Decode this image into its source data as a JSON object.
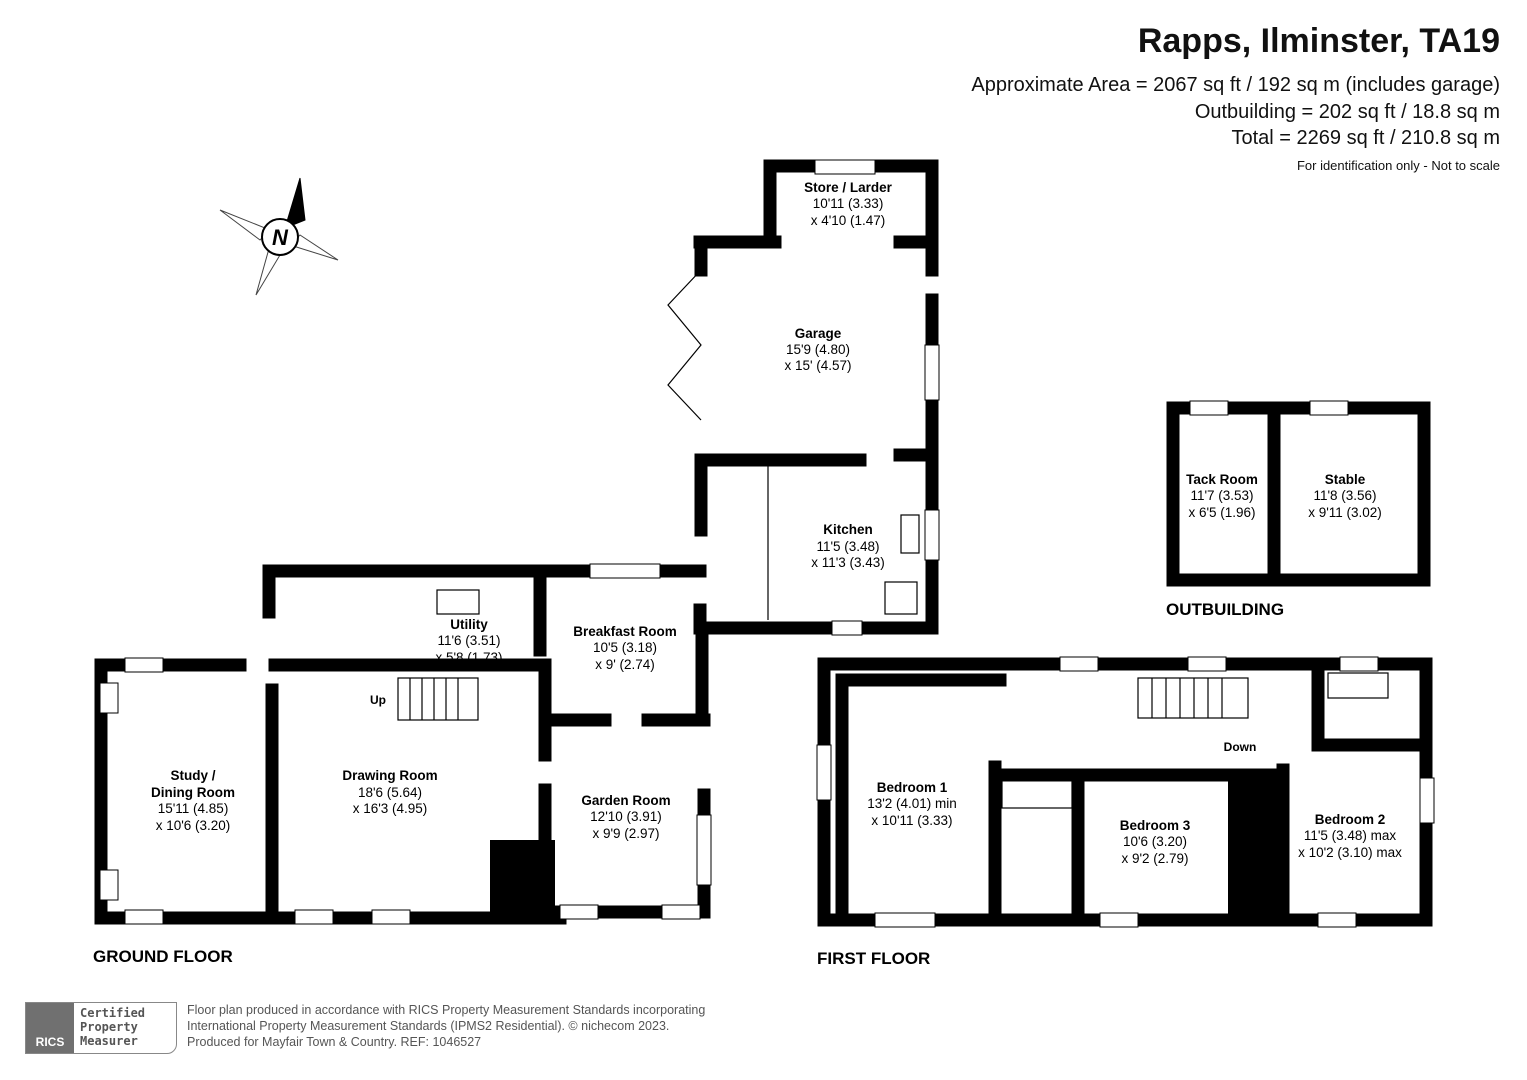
{
  "header": {
    "title": "Rapps, Ilminster, TA19",
    "approx_area": "Approximate Area = 2067 sq ft / 192 sq m (includes garage)",
    "outbuilding_area": "Outbuilding = 202 sq ft / 18.8 sq m",
    "total_area": "Total = 2269 sq ft / 210.8 sq m",
    "note": "For identification only - Not to scale"
  },
  "compass": {
    "label": "N"
  },
  "ground_floor": {
    "label": "GROUND FLOOR",
    "stairs_label": "Up",
    "rooms": {
      "store": {
        "name": "Store / Larder",
        "dim1": "10'11 (3.33)",
        "dim2": "x 4'10 (1.47)"
      },
      "garage": {
        "name": "Garage",
        "dim1": "15'9 (4.80)",
        "dim2": "x 15' (4.57)"
      },
      "kitchen": {
        "name": "Kitchen",
        "dim1": "11'5 (3.48)",
        "dim2": "x 11'3 (3.43)"
      },
      "utility": {
        "name": "Utility",
        "dim1": "11'6 (3.51)",
        "dim2": "x 5'8 (1.73)"
      },
      "breakfast": {
        "name": "Breakfast Room",
        "dim1": "10'5 (3.18)",
        "dim2": "x 9' (2.74)"
      },
      "study_a": {
        "name": "Study /"
      },
      "study": {
        "name": "Dining Room",
        "dim1": "15'11 (4.85)",
        "dim2": "x 10'6 (3.20)"
      },
      "drawing": {
        "name": "Drawing Room",
        "dim1": "18'6 (5.64)",
        "dim2": "x 16'3 (4.95)"
      },
      "garden": {
        "name": "Garden Room",
        "dim1": "12'10 (3.91)",
        "dim2": "x 9'9 (2.97)"
      }
    }
  },
  "first_floor": {
    "label": "FIRST FLOOR",
    "stairs_label": "Down",
    "rooms": {
      "bed1": {
        "name": "Bedroom 1",
        "dim1": "13'2 (4.01) min",
        "dim2": "x 10'11 (3.33)"
      },
      "bed3": {
        "name": "Bedroom 3",
        "dim1": "10'6 (3.20)",
        "dim2": "x 9'2 (2.79)"
      },
      "bed2": {
        "name": "Bedroom 2",
        "dim1": "11'5 (3.48) max",
        "dim2": "x 10'2 (3.10) max"
      }
    }
  },
  "outbuilding": {
    "label": "OUTBUILDING",
    "rooms": {
      "tack": {
        "name": "Tack Room",
        "dim1": "11'7 (3.53)",
        "dim2": "x 6'5 (1.96)"
      },
      "stable": {
        "name": "Stable",
        "dim1": "11'8 (3.56)",
        "dim2": "x 9'11 (3.02)"
      }
    }
  },
  "footer": {
    "badge_logo": "RICS",
    "badge_line1": "Certified",
    "badge_line2": "Property",
    "badge_line3": "Measurer",
    "line1": "Floor plan produced in accordance with RICS Property Measurement Standards incorporating",
    "line2": "International Property Measurement Standards (IPMS2 Residential).   © nichecom 2023.",
    "line3": "Produced for Mayfair Town & Country.   REF:  1046527"
  }
}
